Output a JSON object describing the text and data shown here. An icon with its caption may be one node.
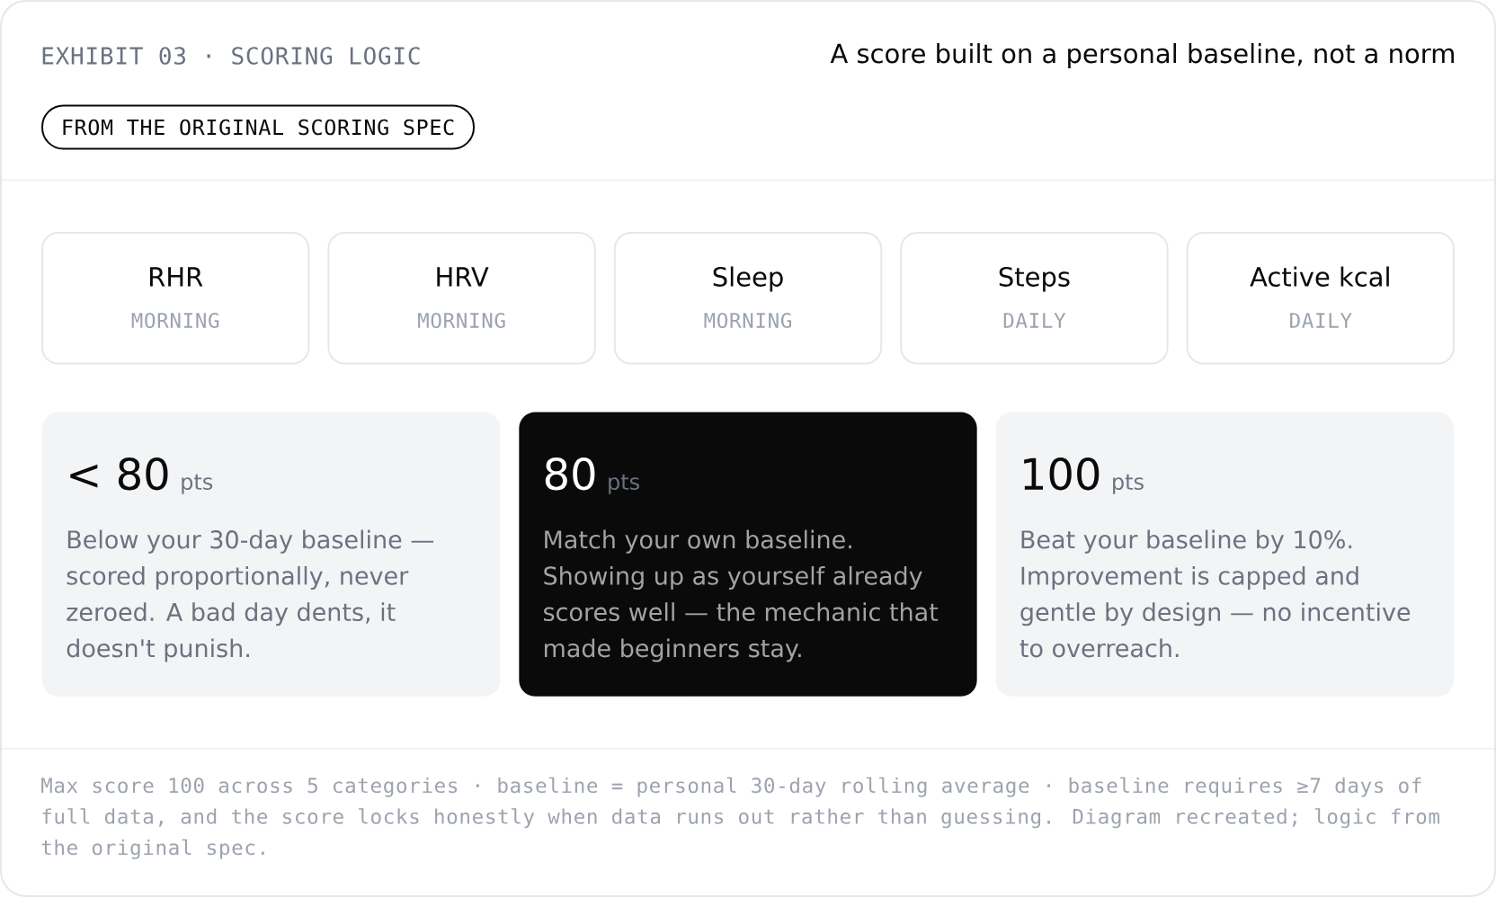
{
  "diagram": {
    "title": "A score built on a personal baseline, not a norm",
    "caption": "Max score 100 across 5 categories · baseline = personal 30-day rolling average · baseline requires ≥7 days of full data, and the score locks honestly when data runs out rather than guessing. Diagram recreated; logic from the original spec.",
    "nodes": [
      {
        "text": [
          "FROM THE ORIGINAL SCORING SPEC"
        ]
      },
      {
        "text": [
          "RHR",
          "MORNING"
        ]
      },
      {
        "text": [
          "HRV",
          "MORNING"
        ]
      },
      {
        "text": [
          "Sleep",
          "MORNING"
        ]
      },
      {
        "text": [
          "Steps",
          "DAILY"
        ]
      },
      {
        "text": [
          "Active kcal",
          "DAILY"
        ]
      },
      {
        "text": [
          "< 80",
          "pts",
          "Below your 30-day baseline — scored proportionally, never zeroed. A bad day dents, it doesn't punish."
        ]
      },
      {
        "text": [
          "80",
          "pts",
          "Match your own baseline. Showing up as yourself already scores well — the mechanic that made beginners stay."
        ]
      },
      {
        "text": [
          "100",
          "pts",
          "Beat your baseline by 10%. Improvement is capped and gentle by design — no incentive to overreach."
        ]
      }
    ],
    "labels": [
      "EXHIBIT 03 · SCORING LOGIC"
    ]
  }
}
